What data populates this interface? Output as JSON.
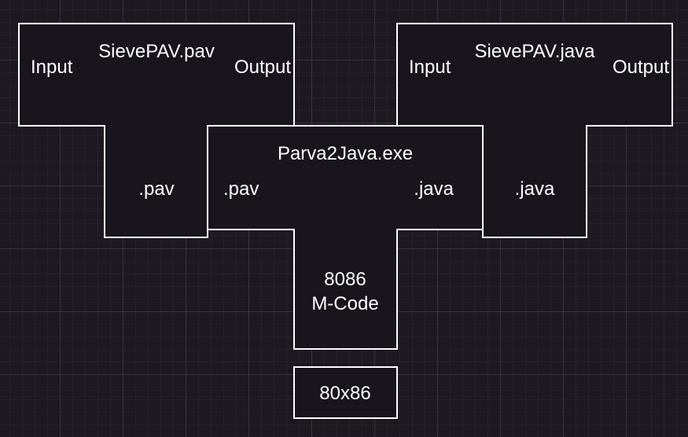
{
  "left_diagram": {
    "program": "SievePAV.pav",
    "input": "Input",
    "output": "Output",
    "language": ".pav"
  },
  "right_diagram": {
    "program": "SievePAV.java",
    "input": "Input",
    "output": "Output",
    "language": ".java"
  },
  "translator": {
    "name": "Parva2Java.exe",
    "source": ".pav",
    "target": ".java",
    "implementation_line1": "8086",
    "implementation_line2": "M-Code"
  },
  "machine": {
    "label": "80x86"
  },
  "colors": {
    "background": "#1c1a20",
    "shape_fill": "#18161c",
    "stroke": "#ffffff",
    "text": "#ffffff"
  }
}
